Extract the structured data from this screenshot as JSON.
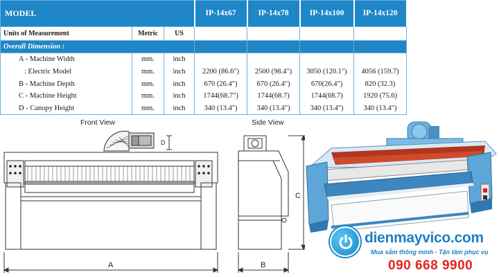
{
  "table": {
    "header": {
      "model_label": "MODEL",
      "models": [
        "IP-14x67",
        "IP-14x78",
        "IP-14x100",
        "IP-14x120"
      ]
    },
    "units_row": {
      "label": "Units of Measurement",
      "metric": "Metric",
      "us": "US"
    },
    "section_title": "Overall Dimension :",
    "rows": [
      {
        "label": "A - Machine Width",
        "metric": "mm.",
        "us": "inch",
        "values": [
          "",
          "",
          "",
          ""
        ]
      },
      {
        "label": ": Electric Model",
        "metric": "mm.",
        "us": "inch",
        "values": [
          "2200 (86.6\")",
          "2500 (98.4\")",
          "3050 (120.1\")",
          "4056 (159.7)"
        ]
      },
      {
        "label": "B - Machine Depth",
        "metric": "mm.",
        "us": "inch",
        "values": [
          "670 (26.4\")",
          "670 (26.4\")",
          "670(26.4\")",
          "820 (32.3)"
        ]
      },
      {
        "label": "C - Machine Height",
        "metric": "mm.",
        "us": "inch",
        "values": [
          "1744(68.7\")",
          "1744(68.7)",
          "1744(68.7)",
          "1920 (75.6)"
        ]
      },
      {
        "label": "D - Canopy Height",
        "metric": "mm.",
        "us": "inch",
        "values": [
          "340 (13.4\")",
          "340 (13.4\")",
          "340 (13.4\")",
          "340 (13.4\")"
        ]
      }
    ]
  },
  "drawings": {
    "front_title": "Front View",
    "side_title": "Side View",
    "dim_a": "A",
    "dim_b": "B",
    "dim_c": "C",
    "dim_d": "D"
  },
  "brand": {
    "name": "dienmayvico.com",
    "slogan": "Mua sắm thông minh - Tận tâm phục vụ",
    "phone": "090 668 9900",
    "logo_icon": "power-icon"
  },
  "colors": {
    "header_blue": "#1f86c7",
    "brand_blue": "#1f7fc2",
    "phone_red": "#e1251b"
  }
}
